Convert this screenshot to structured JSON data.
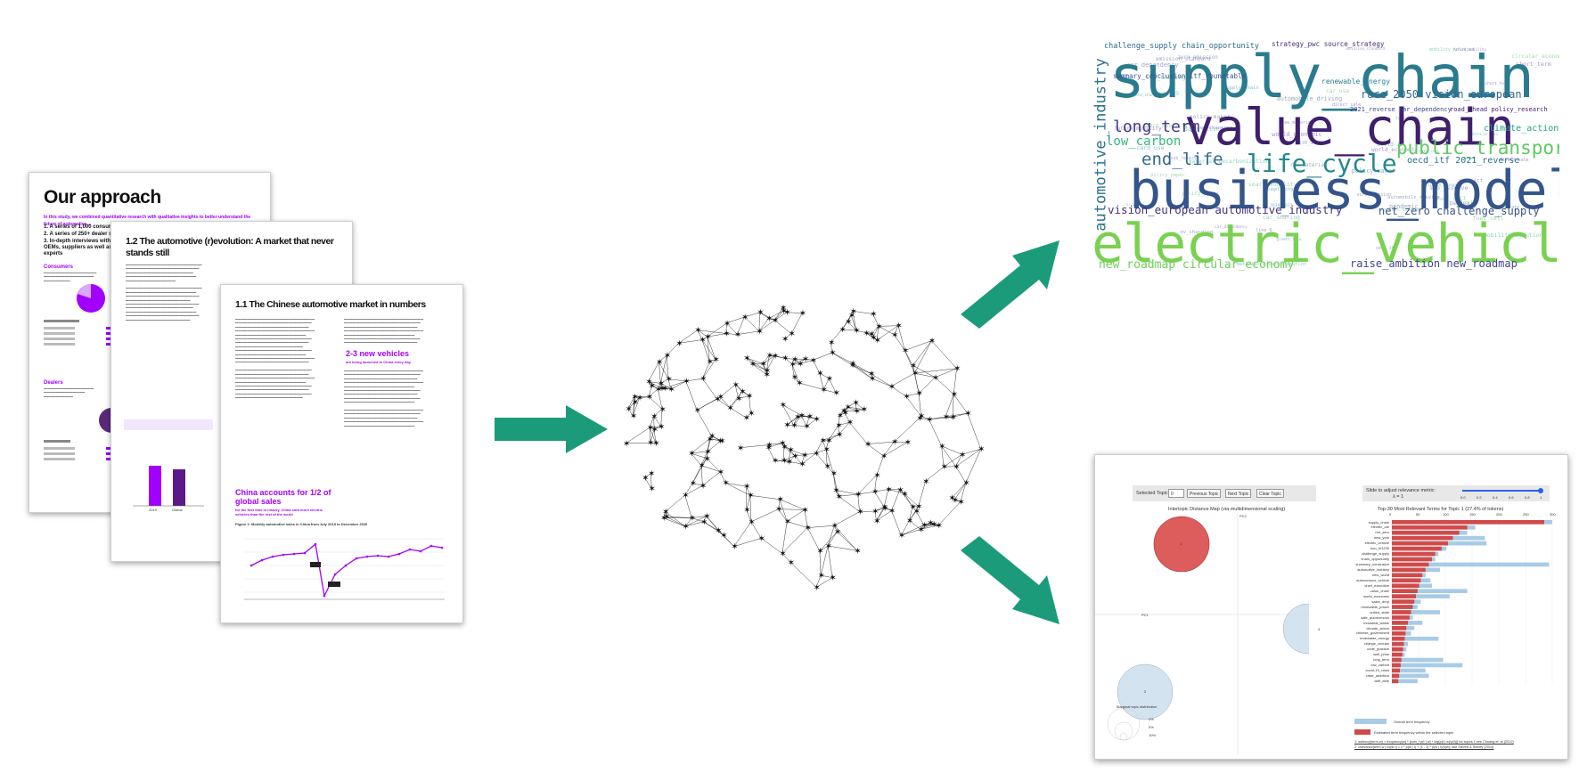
{
  "doc1": {
    "title": "Our approach",
    "sub_intro": "In this study, we combined quantitative research with qualitative insights to better understand the future of automotive...",
    "list_1": "1. A series of 1,000 consumer surveys",
    "list_2": "2. A series of 250+ dealer surveys",
    "list_3": "3. In-depth interviews with OEMs, suppliers as well as experts",
    "section_consumers": "Consumers",
    "section_dealers": "Dealers"
  },
  "doc2": {
    "title": "1.2 The automotive (r)evolution: A market that never stands still",
    "bar_label_1": "2019",
    "bar_label_2": "Global"
  },
  "doc3": {
    "title": "1.1 The Chinese automotive market in numbers",
    "highlight_title": "2-3 new vehicles",
    "highlight_sub": "are being launched in China every day",
    "callout_title": "China accounts for 1/2 of global sales",
    "callout_sub": "for the first time in history, China sold more electric vehicles than the rest of the world",
    "chart_caption": "Figure 1: Monthly automotive sales in China from July 2019 to December 2020"
  },
  "wordcloud": {
    "words": [
      {
        "text": "supply_chain",
        "color": "#2a7b8e"
      },
      {
        "text": "value_chain",
        "color": "#3f1f6e"
      },
      {
        "text": "business_model",
        "color": "#34558b"
      },
      {
        "text": "electric_vehicle",
        "color": "#7ad151"
      },
      {
        "text": "life_cycle",
        "color": "#23898e"
      },
      {
        "text": "public_transport",
        "color": "#5ec962"
      },
      {
        "text": "end_life",
        "color": "#31688e"
      },
      {
        "text": "long_term",
        "color": "#443983"
      },
      {
        "text": "low_carbon",
        "color": "#35b779"
      },
      {
        "text": "automotive_industry",
        "color": "#2c728e"
      },
      {
        "text": "vision_european automotive_industry",
        "color": "#46327e"
      },
      {
        "text": "net_zero challenge_supply",
        "color": "#3b528b"
      },
      {
        "text": "new_roadmap circular_economy",
        "color": "#6ece58"
      },
      {
        "text": "raise_ambition new_roadmap",
        "color": "#404688"
      },
      {
        "text": "race_2050 vision_european",
        "color": "#31688e"
      },
      {
        "text": "oecd_itf 2021_reverse",
        "color": "#2d708e"
      },
      {
        "text": "climate_action",
        "color": "#20a486"
      },
      {
        "text": "challenge_supply chain_opportunity",
        "color": "#2f6c8e"
      },
      {
        "text": "strategy_pwc source_strategy",
        "color": "#472d7b"
      },
      {
        "text": "renewable_energy",
        "color": "#26828e"
      },
      {
        "text": "2021_reverse car_dependency",
        "color": "#3e4989"
      },
      {
        "text": "road_ahead policy_research",
        "color": "#482374"
      },
      {
        "text": "summary_conclusion itf_roundtable",
        "color": "#3a548c"
      }
    ]
  },
  "ldavis": {
    "selected_topic_label": "Selected Topic:",
    "selected_topic_value": "0",
    "prev_label": "Previous Topic",
    "next_label": "Next Topic",
    "clear_label": "Clear Topic",
    "slider_label": "Slide to adjust relevance metric:",
    "lambda_label": "λ = 1",
    "slider_ticks": [
      "0.0",
      "0.2",
      "0.4",
      "0.6",
      "0.8",
      "1"
    ],
    "map_title": "Intertopic Distance Map (via multidimensional scaling)",
    "terms_title": "Top-30 Most Relevant Terms for Topic 1 (27.4% of tokens)",
    "axis_ticks": [
      "0",
      "50",
      "100",
      "150",
      "200",
      "250",
      "300"
    ],
    "pc1": "PC1",
    "pc2": "PC2",
    "topic_labels": [
      "1",
      "2",
      "3"
    ],
    "marginal_label": "Marginal topic distribution",
    "marginal_pcts": [
      "2%",
      "5%",
      "10%"
    ],
    "legend_overall": "Overall term frequency",
    "legend_estimated": "Estimated term frequency within the selected topic",
    "footnote_1": "1. saliency(term w) = frequency(w) * [sum_t p(t | w) * log(p(t | w)/p(t))] for topics t; see Chuang et. al (2012)",
    "footnote_2": "2. relevance(term w | topic t) = λ * p(w | t) + (1 - λ) * p(w | t)/p(w); see Sievert & Shirley (2014)",
    "terms": [
      {
        "name": "supply_chain",
        "red": 0.95,
        "blue": 1.0
      },
      {
        "name": "electric_car",
        "red": 0.47,
        "blue": 0.52
      },
      {
        "name": "net_zero",
        "red": 0.42,
        "blue": 0.47
      },
      {
        "name": "new_york",
        "red": 0.38,
        "blue": 0.58
      },
      {
        "name": "electric_vehicle",
        "red": 0.35,
        "blue": 0.59
      },
      {
        "name": "koo_tri1230",
        "red": 0.31,
        "blue": 0.34
      },
      {
        "name": "challenge_supply",
        "red": 0.27,
        "blue": 0.29
      },
      {
        "name": "chain_opportunity",
        "red": 0.25,
        "blue": 0.27
      },
      {
        "name": "summary_conclusion",
        "red": 0.23,
        "blue": 0.98
      },
      {
        "name": "automotive_industry",
        "red": 0.21,
        "blue": 0.3
      },
      {
        "name": "new_world",
        "red": 0.19,
        "blue": 0.21
      },
      {
        "name": "autonomous_vehicle",
        "red": 0.18,
        "blue": 0.24
      },
      {
        "name": "chief_executive",
        "red": 0.17,
        "blue": 0.25
      },
      {
        "name": "value_chain",
        "red": 0.16,
        "blue": 0.47
      },
      {
        "name": "world_economic",
        "red": 0.15,
        "blue": 0.36
      },
      {
        "name": "sales_drop",
        "red": 0.14,
        "blue": 0.18
      },
      {
        "name": "renewable_power",
        "red": 0.13,
        "blue": 0.16
      },
      {
        "name": "united_state",
        "red": 0.12,
        "blue": 0.3
      },
      {
        "name": "safe_autonomous",
        "red": 0.11,
        "blue": 0.13
      },
      {
        "name": "industrial_waste",
        "red": 0.1,
        "blue": 0.19
      },
      {
        "name": "climate_action",
        "red": 0.09,
        "blue": 0.14
      },
      {
        "name": "chinese_government",
        "red": 0.085,
        "blue": 0.12
      },
      {
        "name": "renewable_energy",
        "red": 0.08,
        "blue": 0.29
      },
      {
        "name": "change_circular",
        "red": 0.075,
        "blue": 0.1
      },
      {
        "name": "code_practice",
        "red": 0.07,
        "blue": 0.09
      },
      {
        "name": "well_price",
        "red": 0.065,
        "blue": 0.08
      },
      {
        "name": "long_term",
        "red": 0.06,
        "blue": 0.32
      },
      {
        "name": "low_carbon",
        "red": 0.055,
        "blue": 0.44
      },
      {
        "name": "covid-19_crisis",
        "red": 0.05,
        "blue": 0.21
      },
      {
        "name": "raise_ambition",
        "red": 0.045,
        "blue": 0.23
      },
      {
        "name": "well_able",
        "red": 0.04,
        "blue": 0.16
      }
    ]
  }
}
